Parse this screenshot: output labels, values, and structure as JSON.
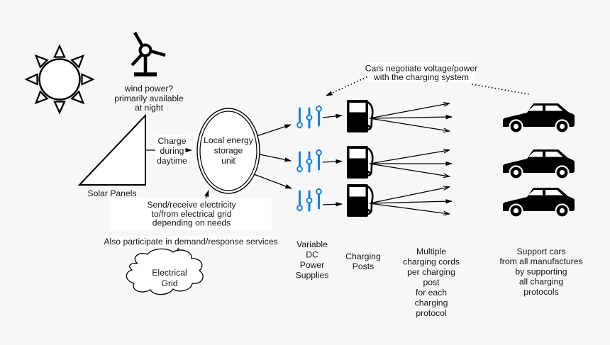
{
  "colors": {
    "background": "#f7f7f7",
    "ink": "#000000",
    "slider_blue": "#1782e0",
    "label_background": "#ffffff"
  },
  "sources": {
    "sun_icon": "sun-icon",
    "wind": {
      "icon": "wind-turbine-icon",
      "note": [
        "wind power?",
        "primarily available",
        "at night"
      ]
    },
    "solar": {
      "icon": "solar-panel-triangle-icon",
      "label": "Solar Panels"
    }
  },
  "storage": {
    "lines": [
      "Local energy",
      "storage",
      "unit"
    ],
    "charge_note": [
      "Charge",
      "during",
      "daytime"
    ],
    "send_receive_note": [
      "Send/receive electricity",
      "to/from electrical grid",
      "depending on needs"
    ],
    "demand_note": "Also participate in demand/response services"
  },
  "grid": {
    "icon": "electrical-grid-cloud-icon",
    "lines": [
      "Electrical",
      "Grid"
    ]
  },
  "charging": {
    "negotiate_note": [
      "Cars negotiate voltage/power",
      "with the charging system"
    ],
    "dc_supplies": {
      "icon": "slider-controls-icon",
      "count": 3,
      "label_lines": [
        "Variable",
        "DC",
        "Power",
        "Supplies"
      ]
    },
    "posts": {
      "icon": "fuel-pump-icon",
      "count": 3,
      "label_lines": [
        "Charging",
        "Posts"
      ]
    },
    "cords": {
      "per_post": 3,
      "label_lines": [
        "Multiple",
        "charging cords",
        "per charging",
        "post",
        "for each",
        "charging",
        "protocol"
      ]
    },
    "cars": {
      "icon": "car-icon",
      "count": 3,
      "label_lines": [
        "Support cars",
        "from all manufactures",
        "by supporting",
        "all charging",
        "protocols"
      ]
    }
  }
}
